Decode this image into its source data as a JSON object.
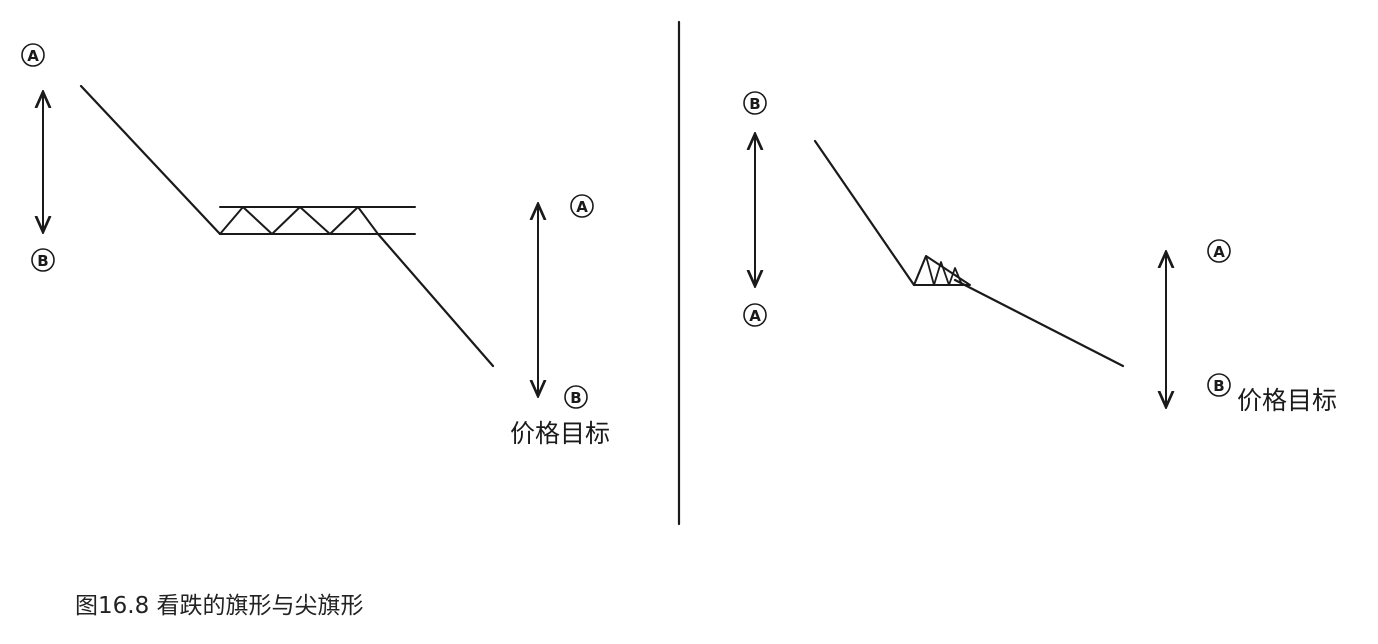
{
  "left_diagram": {
    "pattern": "bearish flag",
    "marker_top": "A",
    "marker_bottom": "B",
    "target_marker_top": "A",
    "target_marker_bottom": "B",
    "target_label": "价格目标"
  },
  "right_diagram": {
    "pattern": "bearish pennant",
    "marker_top": "B",
    "marker_bottom": "A",
    "target_marker_top": "A",
    "target_marker_bottom": "B",
    "target_label": "价格目标"
  },
  "caption": "图16.8 看跌的旗形与尖旗形",
  "colors": {
    "ink": "#1a1a1a",
    "background": "#ffffff"
  },
  "icons": {
    "arrows": "double-headed-vertical-arrow",
    "markers": "circled-letter"
  }
}
